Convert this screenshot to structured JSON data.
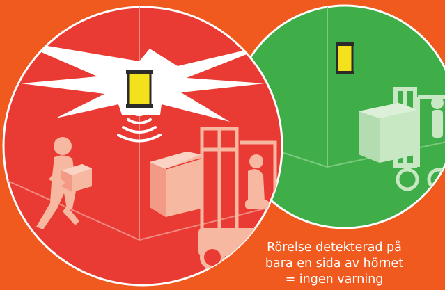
{
  "colors": {
    "background": "#f05a1f",
    "warning_circle": "#ea3a34",
    "safe_circle": "#3fae49",
    "beacon": "#f3e21b",
    "figure": "#f7b8a2",
    "ghost": "#c8e8c4"
  },
  "icons": {
    "beacon_active": "warning-light-icon",
    "beacon_idle": "idle-light-icon",
    "person": "person-carrying-box-icon",
    "forklift": "forklift-icon"
  },
  "caption": {
    "line1": "Rörelse detekterad på",
    "line2": "bara en sida av hörnet",
    "line3": "= ingen varning"
  }
}
